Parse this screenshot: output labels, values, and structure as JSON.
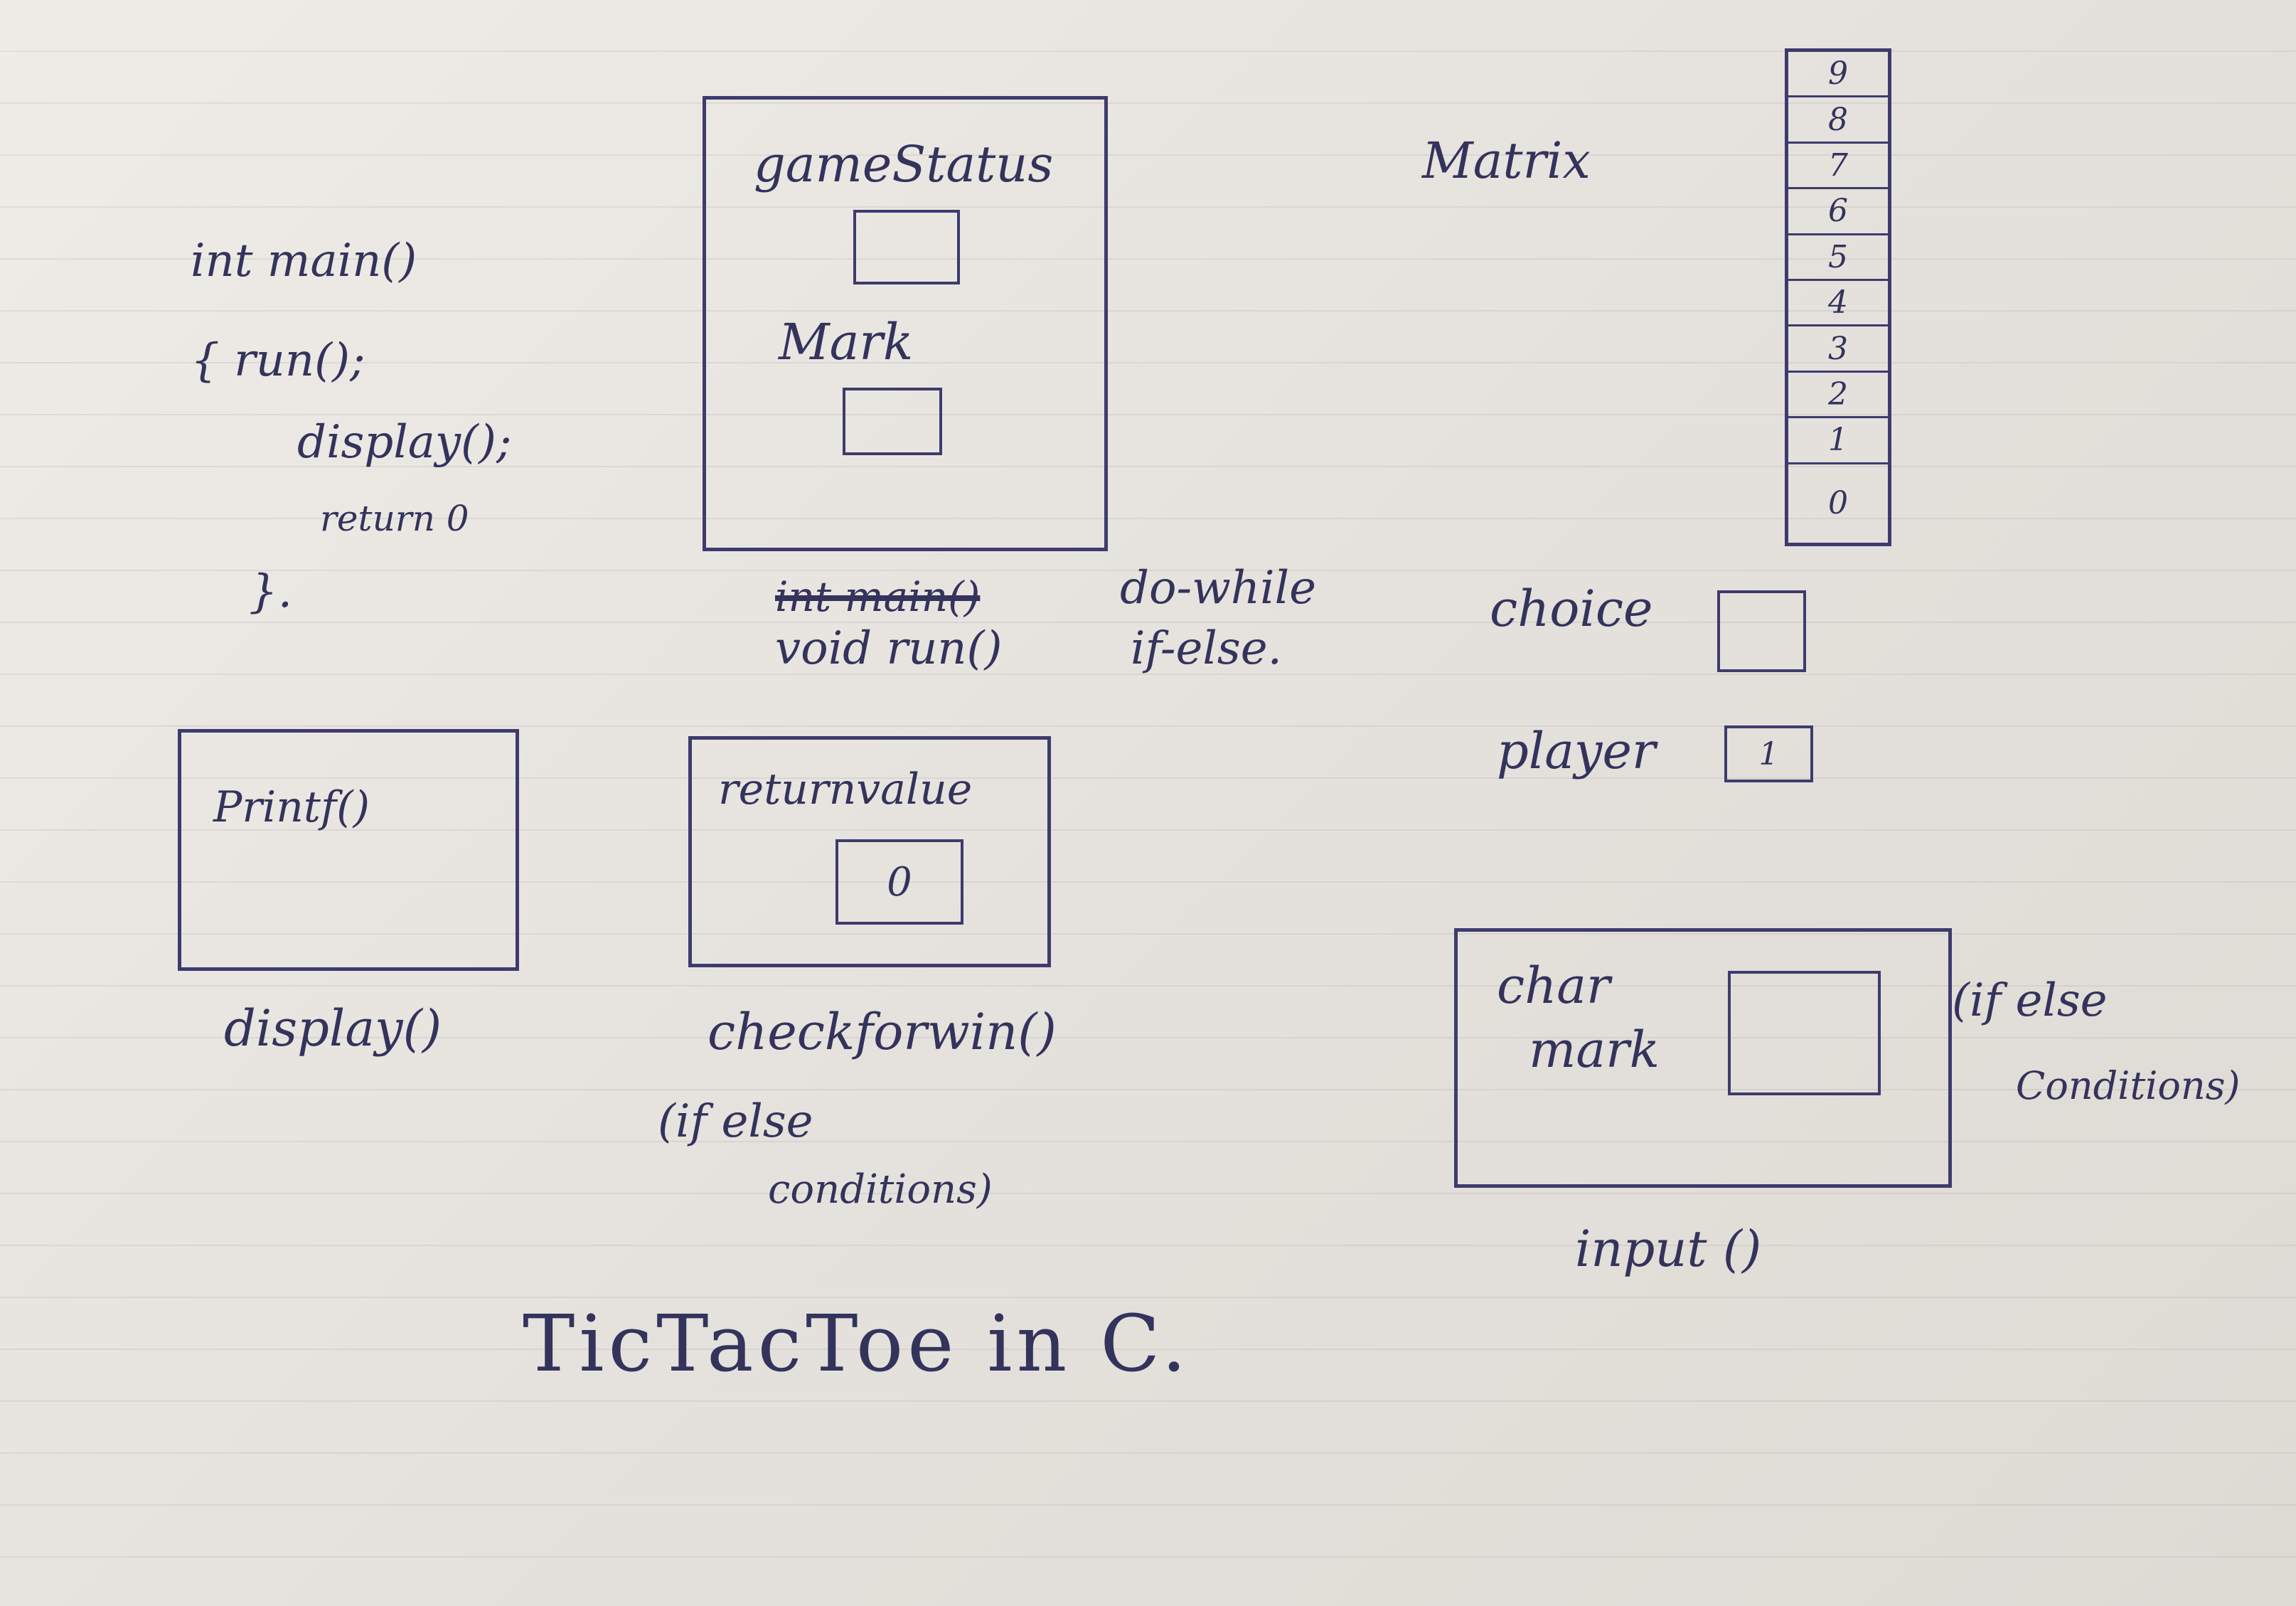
{
  "main_code": {
    "line1": "int main()",
    "line2": "{  run();",
    "line3": "display();",
    "line4": "return 0",
    "line5": "}."
  },
  "game_status_box": {
    "title": "gameStatus",
    "mark_label": "Mark"
  },
  "run_caption": {
    "struck": "int main()",
    "line1_right": "do-while",
    "line2_left": "void run()",
    "line2_right": "if-else."
  },
  "matrix": {
    "label": "Matrix",
    "cells": [
      "0",
      "1",
      "2",
      "3",
      "4",
      "5",
      "6",
      "7",
      "8",
      "9"
    ]
  },
  "choice_label": "choice",
  "player_label": "player",
  "player_value": "1",
  "display_box": {
    "content": "Printf()",
    "caption": "display()"
  },
  "checkforwin_box": {
    "title": "returnvalue",
    "value": "0",
    "caption": "checkforwin()",
    "note_line1": "(if else",
    "note_line2": "conditions)"
  },
  "input_box": {
    "line1": "char",
    "line2": "mark",
    "caption": "input ()",
    "note_line1": "(if else",
    "note_line2": "Conditions)"
  },
  "title": "TicTacToe in C."
}
